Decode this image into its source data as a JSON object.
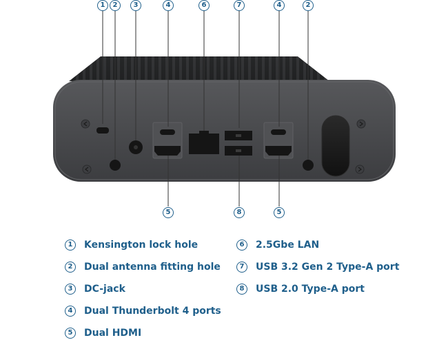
{
  "callouts_top": [
    {
      "num": "1"
    },
    {
      "num": "2"
    },
    {
      "num": "3"
    },
    {
      "num": "4"
    },
    {
      "num": "6"
    },
    {
      "num": "7"
    },
    {
      "num": "4"
    },
    {
      "num": "2"
    }
  ],
  "callouts_bottom": [
    {
      "num": "5"
    },
    {
      "num": "8"
    },
    {
      "num": "5"
    }
  ],
  "legend_left": [
    {
      "num": "1",
      "label": "Kensington lock hole"
    },
    {
      "num": "2",
      "label": "Dual antenna fitting hole"
    },
    {
      "num": "3",
      "label": "DC-jack"
    },
    {
      "num": "4",
      "label": "Dual Thunderbolt 4 ports"
    },
    {
      "num": "5",
      "label": "Dual HDMI"
    }
  ],
  "legend_right": [
    {
      "num": "6",
      "label": "2.5Gbe LAN"
    },
    {
      "num": "7",
      "label": "USB 3.2 Gen 2 Type-A port"
    },
    {
      "num": "8",
      "label": "USB 2.0 Type-A port"
    }
  ],
  "colors": {
    "accent": "#1f5f8b",
    "chassis": "#4a4b4e",
    "port": "#151515"
  }
}
